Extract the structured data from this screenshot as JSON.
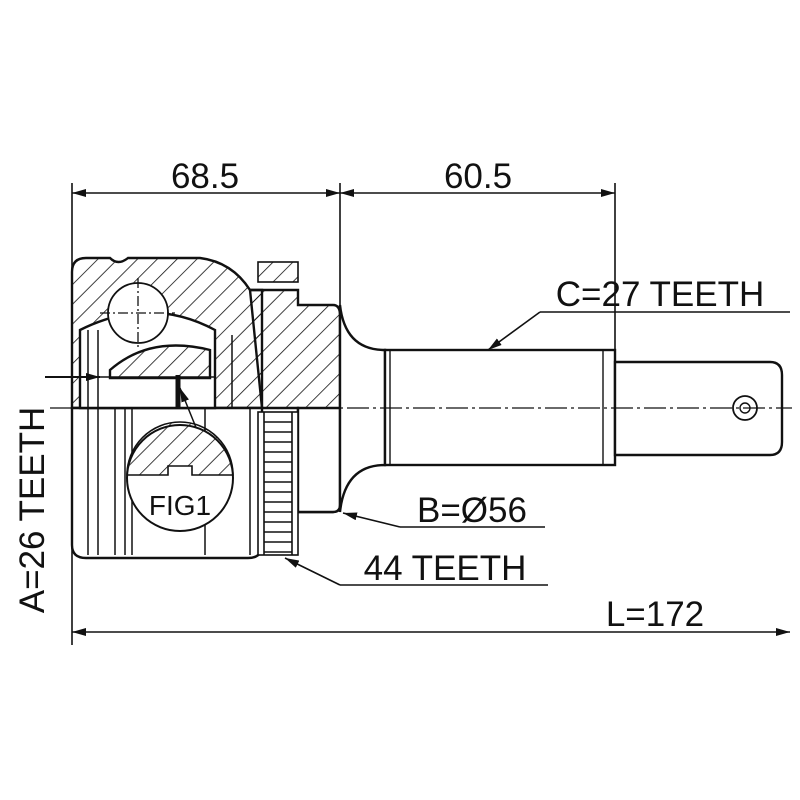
{
  "dimensions": {
    "joint_length": "68.5",
    "shaft_length": "60.5",
    "total_length": "L=172",
    "outer_diameter": "B=Ø56",
    "inner_spline": "A=26 TEETH",
    "outer_spline": "C=27 TEETH",
    "abs_ring": "44 TEETH"
  },
  "detail_label": "FIG1",
  "colors": {
    "line": "#111111",
    "background": "#ffffff"
  }
}
